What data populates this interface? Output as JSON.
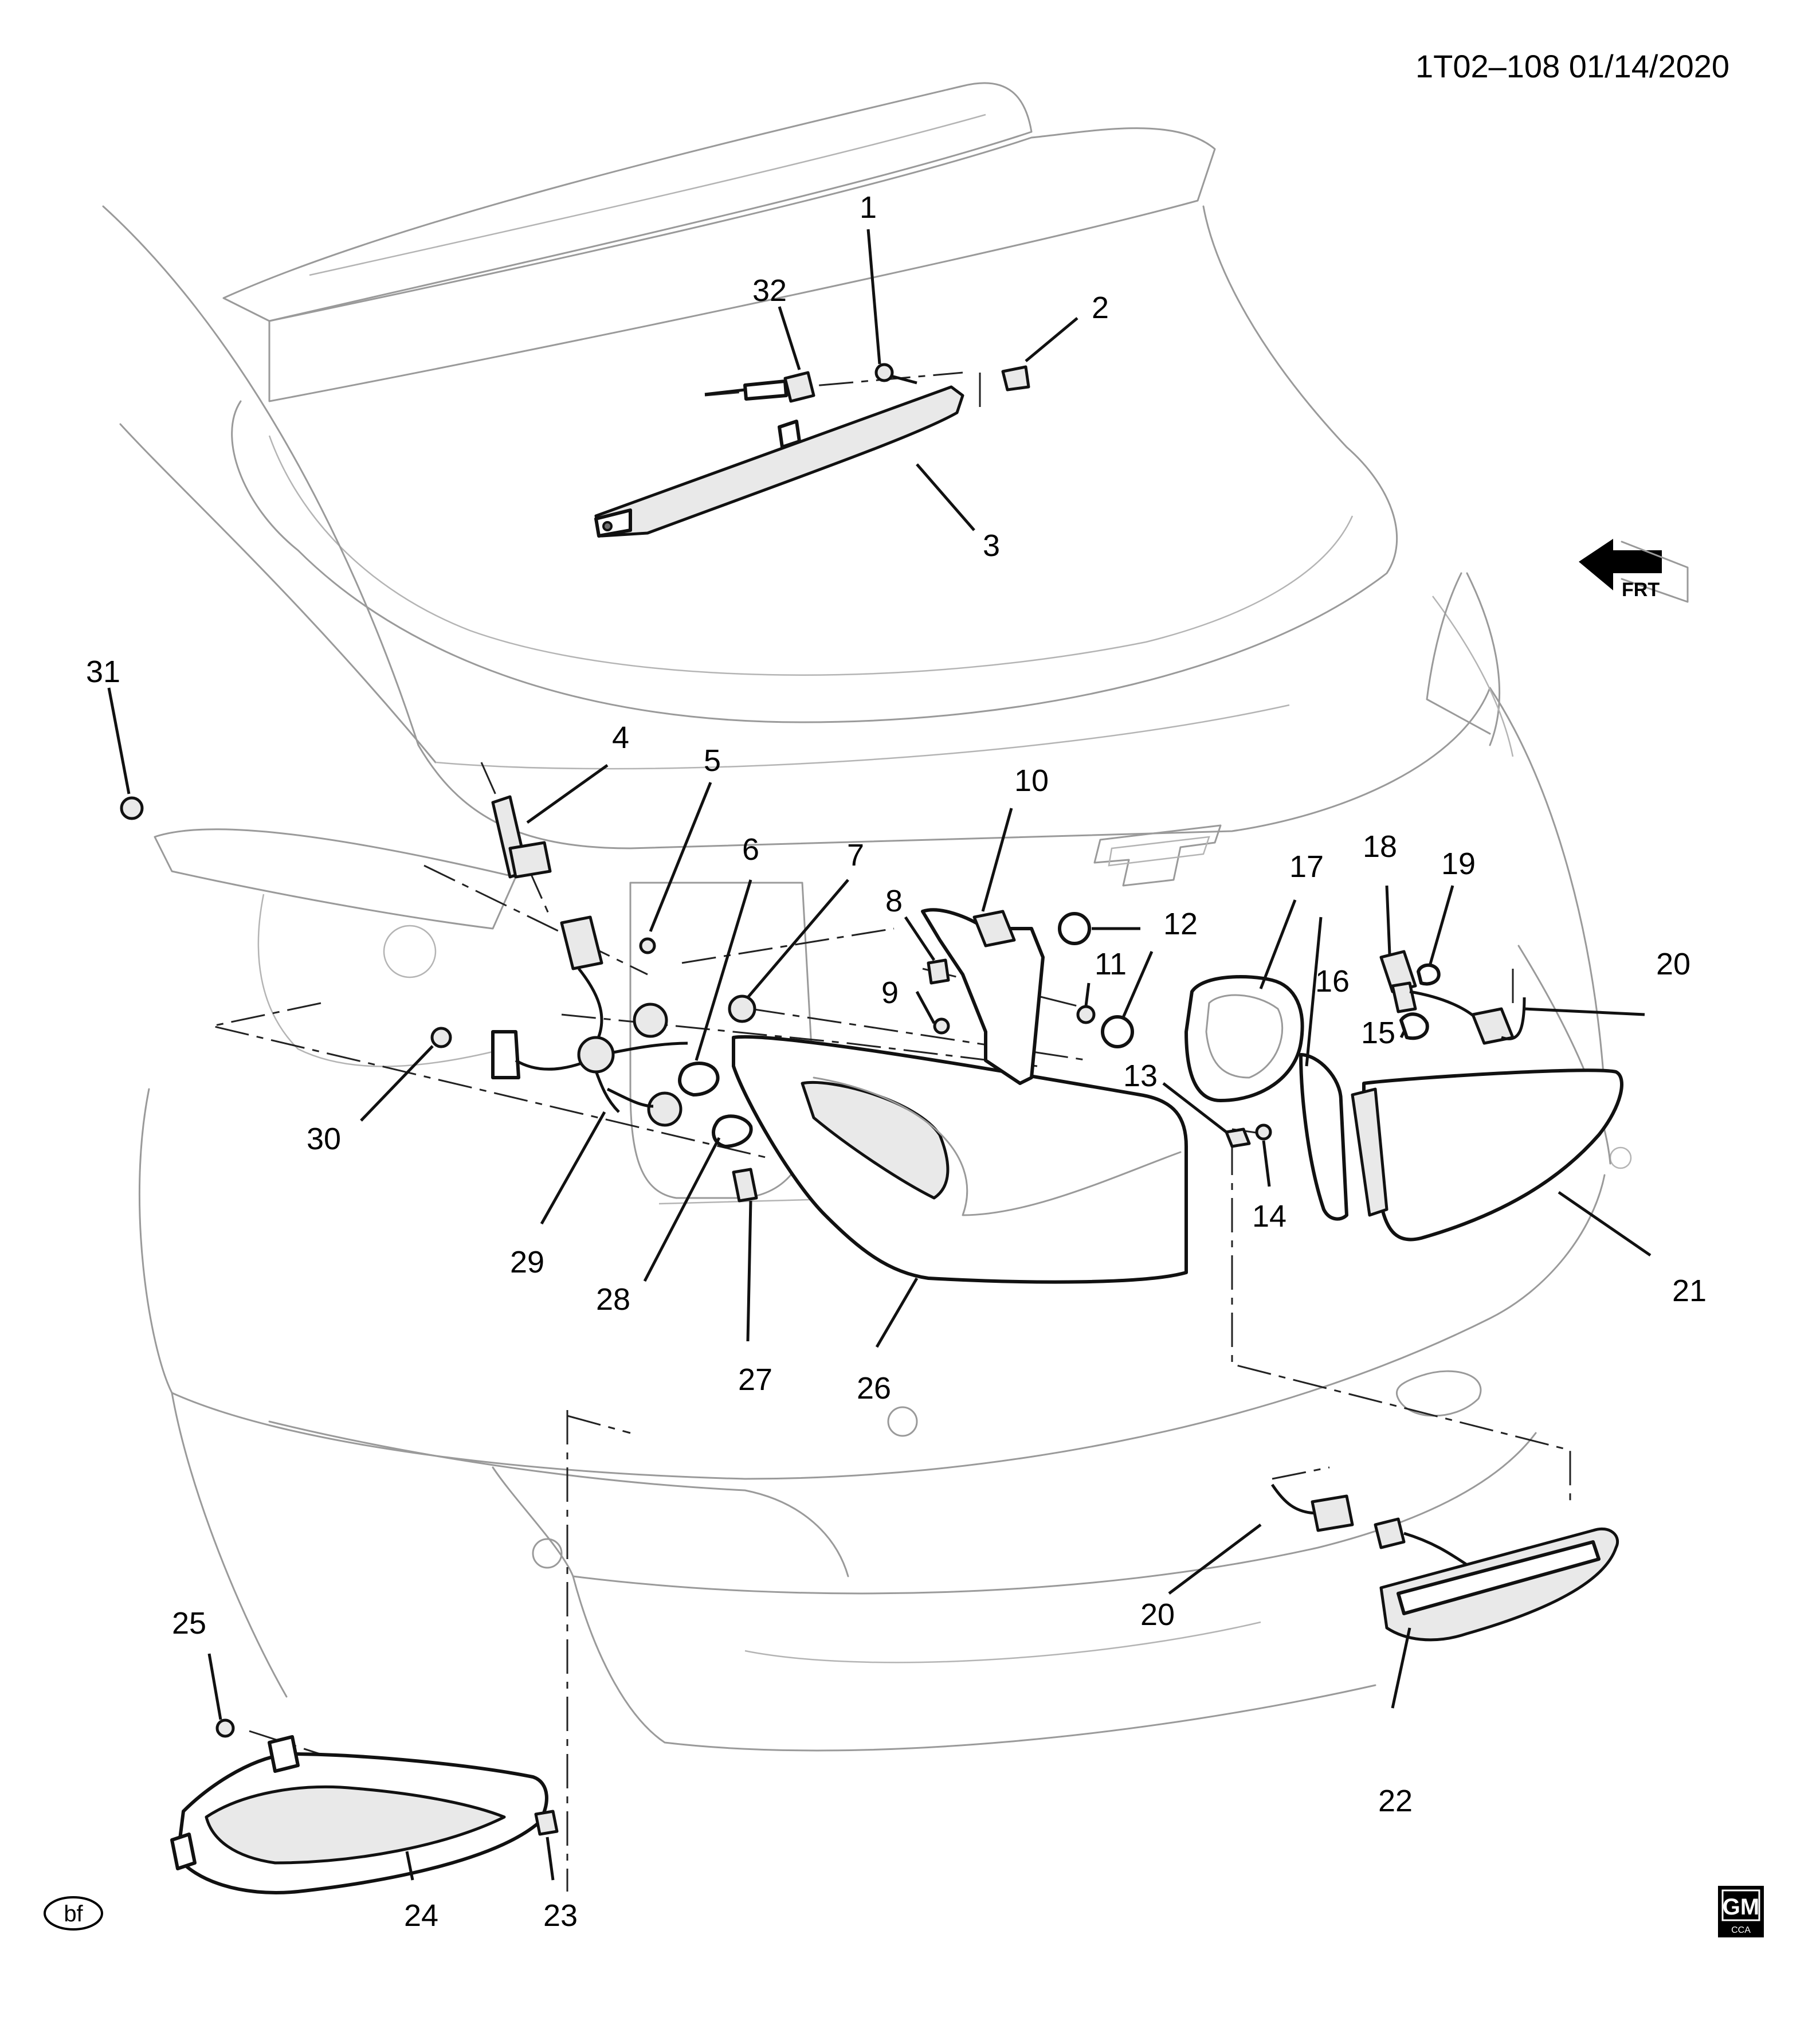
{
  "header": {
    "diagram_ref": "1T02–108 01/14/2020"
  },
  "front_indicator": {
    "label": "FRT"
  },
  "footer": {
    "illustrator_mark": "bf",
    "logo_text": "GM",
    "logo_subtext": "CCA"
  },
  "callouts": [
    {
      "id": "c1",
      "label": "1"
    },
    {
      "id": "c2",
      "label": "2"
    },
    {
      "id": "c3",
      "label": "3"
    },
    {
      "id": "c4",
      "label": "4"
    },
    {
      "id": "c5",
      "label": "5"
    },
    {
      "id": "c6",
      "label": "6"
    },
    {
      "id": "c7",
      "label": "7"
    },
    {
      "id": "c8",
      "label": "8"
    },
    {
      "id": "c9",
      "label": "9"
    },
    {
      "id": "c10",
      "label": "10"
    },
    {
      "id": "c11",
      "label": "11"
    },
    {
      "id": "c12",
      "label": "12"
    },
    {
      "id": "c13",
      "label": "13"
    },
    {
      "id": "c14",
      "label": "14"
    },
    {
      "id": "c15",
      "label": "15"
    },
    {
      "id": "c16",
      "label": "16"
    },
    {
      "id": "c17",
      "label": "17"
    },
    {
      "id": "c18",
      "label": "18"
    },
    {
      "id": "c19",
      "label": "19"
    },
    {
      "id": "c20a",
      "label": "20"
    },
    {
      "id": "c20b",
      "label": "20"
    },
    {
      "id": "c21",
      "label": "21"
    },
    {
      "id": "c22",
      "label": "22"
    },
    {
      "id": "c23",
      "label": "23"
    },
    {
      "id": "c24",
      "label": "24"
    },
    {
      "id": "c25",
      "label": "25"
    },
    {
      "id": "c26",
      "label": "26"
    },
    {
      "id": "c27",
      "label": "27"
    },
    {
      "id": "c28",
      "label": "28"
    },
    {
      "id": "c29",
      "label": "29"
    },
    {
      "id": "c30",
      "label": "30"
    },
    {
      "id": "c31",
      "label": "31"
    },
    {
      "id": "c32",
      "label": "32"
    }
  ]
}
